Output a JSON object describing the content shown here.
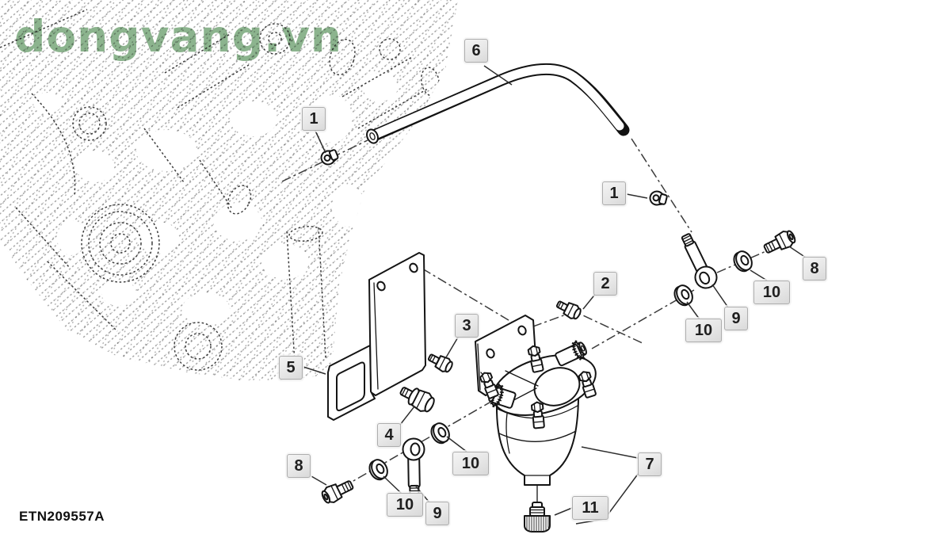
{
  "watermark": {
    "text": "dongvang.vn",
    "color": "#79a87b"
  },
  "figure": {
    "code": "ETN209557A"
  },
  "drawing": {
    "background_color": "#ffffff",
    "line_color": "#141414",
    "callout_bg": "#e8e8e8",
    "callout_border": "#adadad",
    "callout_text_color": "#1f1f1f",
    "style": "exploded parts diagram, phantom engine view in dashed lines"
  },
  "callouts": [
    {
      "label": "6"
    },
    {
      "label": "1"
    },
    {
      "label": "1"
    },
    {
      "label": "2"
    },
    {
      "label": "3"
    },
    {
      "label": "5"
    },
    {
      "label": "4"
    },
    {
      "label": "10"
    },
    {
      "label": "8"
    },
    {
      "label": "10"
    },
    {
      "label": "9"
    },
    {
      "label": "7"
    },
    {
      "label": "11"
    },
    {
      "label": "10"
    },
    {
      "label": "9"
    },
    {
      "label": "10"
    },
    {
      "label": "8"
    }
  ]
}
